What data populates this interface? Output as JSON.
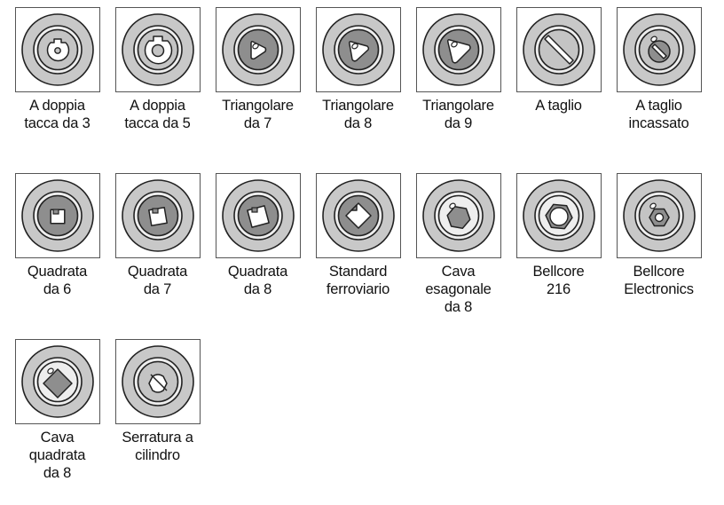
{
  "items": [
    {
      "label": [
        "A doppia",
        "tacca da 3"
      ],
      "icon": "two-notch-small-lock-icon"
    },
    {
      "label": [
        "A doppia",
        "tacca da 5"
      ],
      "icon": "two-notch-large-lock-icon"
    },
    {
      "label": [
        "Triangolare",
        "da 7"
      ],
      "icon": "triangle-7-lock-icon"
    },
    {
      "label": [
        "Triangolare",
        "da 8"
      ],
      "icon": "triangle-8-lock-icon"
    },
    {
      "label": [
        "Triangolare",
        "da 9"
      ],
      "icon": "triangle-9-lock-icon"
    },
    {
      "label": [
        "A taglio"
      ],
      "icon": "slot-lock-icon"
    },
    {
      "label": [
        "A taglio",
        "incassato"
      ],
      "icon": "recessed-slot-lock-icon"
    },
    {
      "label": [
        "Quadrata",
        "da 6"
      ],
      "icon": "square-6-lock-icon"
    },
    {
      "label": [
        "Quadrata",
        "da 7"
      ],
      "icon": "square-7-lock-icon"
    },
    {
      "label": [
        "Quadrata",
        "da 8"
      ],
      "icon": "square-8-lock-icon"
    },
    {
      "label": [
        "Standard",
        "ferroviario"
      ],
      "icon": "railway-standard-lock-icon"
    },
    {
      "label": [
        "Cava",
        "esagonale",
        "da 8"
      ],
      "icon": "hollow-hexagon-lock-icon"
    },
    {
      "label": [
        "Bellcore",
        "216"
      ],
      "icon": "bellcore-216-lock-icon"
    },
    {
      "label": [
        "Bellcore",
        "Electronics"
      ],
      "icon": "bellcore-electronics-lock-icon"
    },
    {
      "label": [
        "Cava",
        "quadrata",
        "da 8"
      ],
      "icon": "hollow-square-lock-icon"
    },
    {
      "label": [
        "Serratura a",
        "cilindro"
      ],
      "icon": "cylinder-lock-icon"
    }
  ],
  "colors": {
    "frame": "#555555",
    "outer_disc": "#c8c8c8",
    "ring_light": "#eeeeee",
    "inner_dark": "#8e8e8e",
    "inner_light": "#c4c4c4",
    "stroke": "#222222"
  }
}
